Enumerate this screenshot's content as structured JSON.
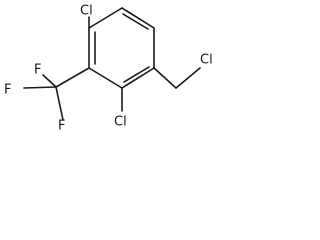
{
  "molecule": {
    "atoms": {
      "cl_top": "Cl",
      "f_top": "F",
      "f_left": "F",
      "f_bottom": "F",
      "cl_bottom": "Cl",
      "cl_side_chain": "Cl"
    }
  }
}
